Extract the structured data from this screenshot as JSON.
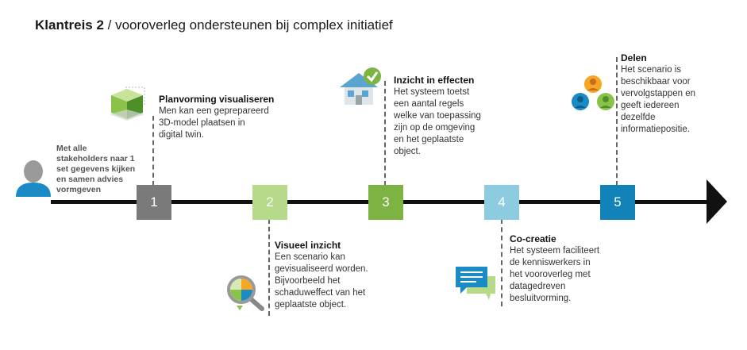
{
  "title": {
    "bold": "Klantreis 2",
    "rest": " / vooroverleg ondersteunen bij complex initiatief"
  },
  "start": {
    "text": "Met alle\nstakeholders naar 1\nset gegevens kijken\nen samen advies\nvormgeven",
    "icon": "person-icon"
  },
  "steps": [
    {
      "number": "1",
      "color": "#7a7a7a",
      "title": "Planvorming visualiseren",
      "text": "Men kan een geprepareerd\n3D-model plaatsen in\ndigital twin.",
      "icon": "3d-model-icon"
    },
    {
      "number": "2",
      "color": "#b7d98a",
      "title": "Visueel inzicht",
      "text": "Een scenario kan\ngevisualiseerd worden.\nBijvoorbeeld het\nschaduweffect van het\ngeplaatste object.",
      "icon": "magnifier-chart-icon"
    },
    {
      "number": "3",
      "color": "#7cb342",
      "title": "Inzicht in effecten",
      "text": "Het systeem toetst\neen aantal regels\nwelke van toepassing\nzijn op de omgeving\nen het geplaatste\nobject.",
      "icon": "house-check-icon"
    },
    {
      "number": "4",
      "color": "#8ccbe0",
      "title": "Co-creatie",
      "text": "Het systeem faciliteert\nde kenniswerkers in\nhet vooroverleg met\ndatagedreven\nbesluitvorming.",
      "icon": "chat-bubbles-icon"
    },
    {
      "number": "5",
      "color": "#1283b8",
      "title": "Delen",
      "text": "Het scenario is\nbeschikbaar voor\nvervolgstappen en\ngeeft iedereen\ndezelfde\ninformatiepositie.",
      "icon": "people-group-icon"
    }
  ]
}
